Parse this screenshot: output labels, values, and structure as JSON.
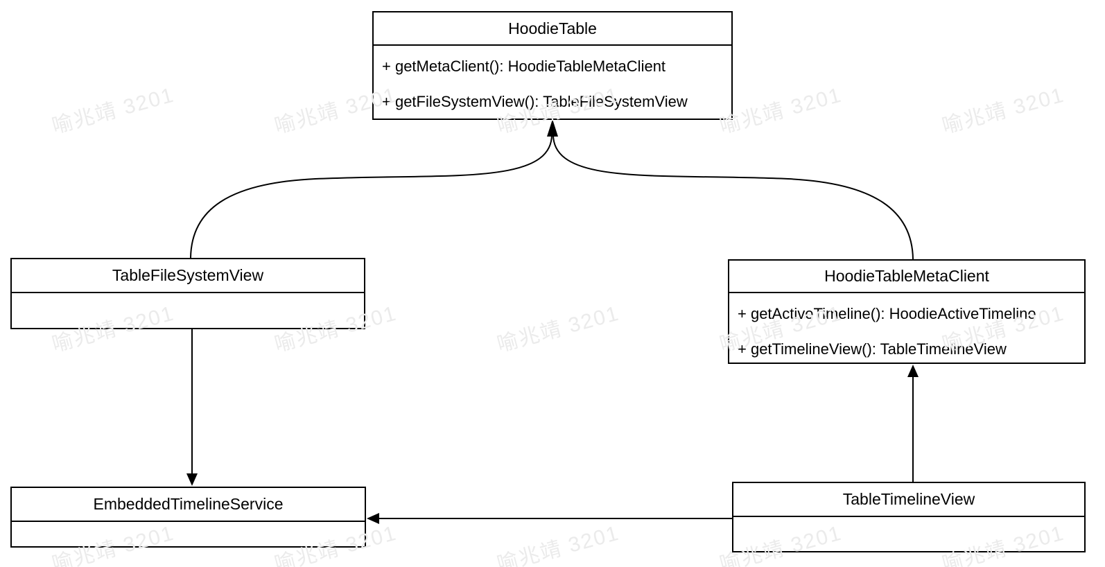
{
  "diagram": {
    "type": "uml-class-diagram",
    "background": "#ffffff",
    "stroke_color": "#000000",
    "text_color": "#000000"
  },
  "watermark": {
    "text": "喻兆靖 3201",
    "color": "#ebebeb"
  },
  "classes": [
    {
      "id": "hoodie-table",
      "name": "HoodieTable",
      "methods": [
        "+ getMetaClient(): HoodieTableMetaClient",
        "+ getFileSystemView(): TableFileSystemView"
      ]
    },
    {
      "id": "table-file-system-view",
      "name": "TableFileSystemView",
      "methods": []
    },
    {
      "id": "hoodie-table-meta-client",
      "name": "HoodieTableMetaClient",
      "methods": [
        "+ getActiveTimeline(): HoodieActiveTimeline",
        "+ getTimelineView(): TableTimelineView"
      ]
    },
    {
      "id": "embedded-timeline-service",
      "name": "EmbeddedTimelineService",
      "methods": []
    },
    {
      "id": "table-timeline-view",
      "name": "TableTimelineView",
      "methods": []
    }
  ],
  "edges": [
    {
      "from": "TableFileSystemView",
      "to": "HoodieTable",
      "style": "curved-arrow"
    },
    {
      "from": "HoodieTableMetaClient",
      "to": "HoodieTable",
      "style": "curved-arrow"
    },
    {
      "from": "TableFileSystemView",
      "to": "EmbeddedTimelineService",
      "style": "straight-arrow"
    },
    {
      "from": "TableTimelineView",
      "to": "HoodieTableMetaClient",
      "style": "straight-arrow"
    },
    {
      "from": "TableTimelineView",
      "to": "EmbeddedTimelineService",
      "style": "straight-arrow"
    }
  ]
}
